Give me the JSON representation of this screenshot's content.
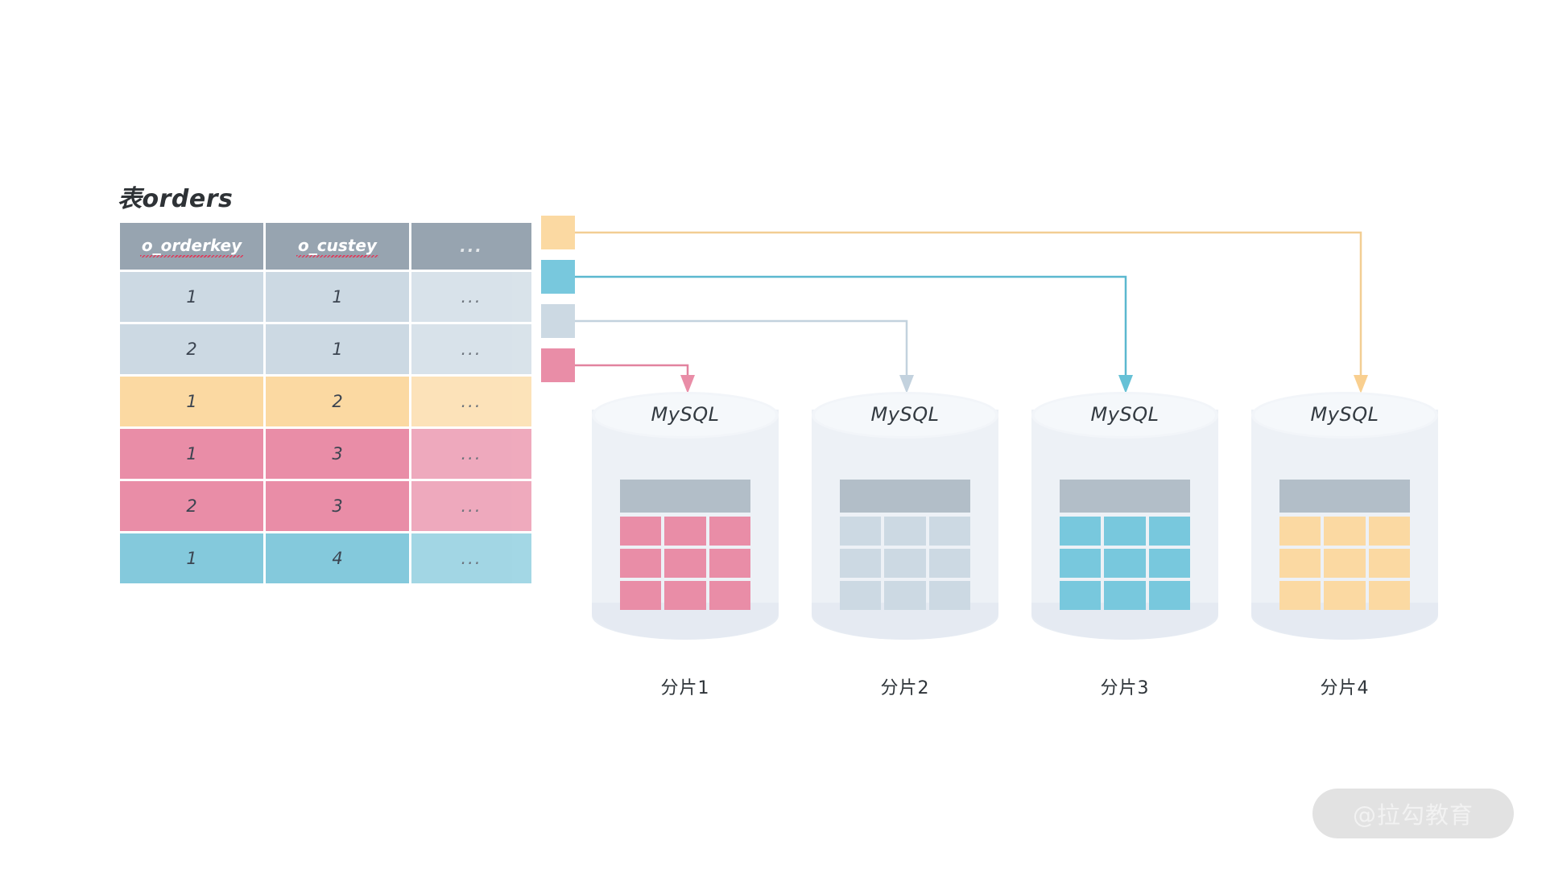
{
  "table": {
    "title": "表orders",
    "columns": [
      "o_orderkey",
      "o_custey",
      "..."
    ],
    "rows": [
      {
        "color": "lightblue",
        "cells": [
          "1",
          "1",
          "..."
        ]
      },
      {
        "color": "lightblue",
        "cells": [
          "2",
          "1",
          "..."
        ]
      },
      {
        "color": "yellow",
        "cells": [
          "1",
          "2",
          "..."
        ]
      },
      {
        "color": "pink",
        "cells": [
          "1",
          "3",
          "..."
        ]
      },
      {
        "color": "pink",
        "cells": [
          "2",
          "3",
          "..."
        ]
      },
      {
        "color": "cyan",
        "cells": [
          "1",
          "4",
          "..."
        ]
      }
    ]
  },
  "legend": {
    "chips": [
      {
        "name": "chip-yellow",
        "color": "#fbd9a2",
        "target": "分片4"
      },
      {
        "name": "chip-cyan",
        "color": "#78c8dd",
        "target": "分片3"
      },
      {
        "name": "chip-lightblue",
        "color": "#ccd9e3",
        "target": "分片2"
      },
      {
        "name": "chip-pink",
        "color": "#e98da7",
        "target": "分片1"
      }
    ]
  },
  "shards": [
    {
      "db_label": "MySQL",
      "shard_label": "分片1",
      "color": "#e98da7",
      "grid_rows": 3,
      "grid_cols": 3
    },
    {
      "db_label": "MySQL",
      "shard_label": "分片2",
      "color": "#ccd9e3",
      "grid_rows": 3,
      "grid_cols": 3
    },
    {
      "db_label": "MySQL",
      "shard_label": "分片3",
      "color": "#78c8dd",
      "grid_rows": 3,
      "grid_cols": 3
    },
    {
      "db_label": "MySQL",
      "shard_label": "分片4",
      "color": "#fbd9a2",
      "grid_rows": 3,
      "grid_cols": 3
    }
  ],
  "watermark": {
    "text": "@拉勾教育"
  },
  "colors": {
    "header_gray": "#97a4b0",
    "lightblue": "#ccd9e3",
    "yellow": "#fbd9a2",
    "pink": "#e98da7",
    "cyan": "#78c8dd",
    "cylinder": "#edf1f6",
    "mini_header_gray": "#b2bec8",
    "background": "#ffffff"
  }
}
